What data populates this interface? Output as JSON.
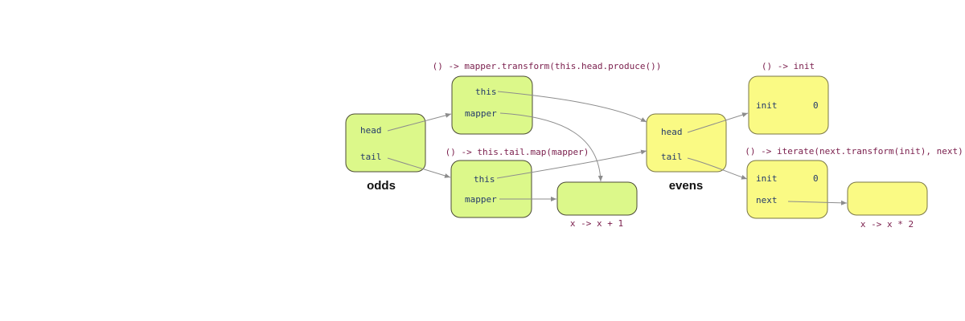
{
  "nodes": {
    "odds": {
      "label": "odds",
      "fields": [
        "head",
        "tail"
      ]
    },
    "odds_head_thunk": {
      "lambda": "() -> mapper.transform(this.head.produce())",
      "fields": [
        "this",
        "mapper"
      ]
    },
    "odds_tail_thunk": {
      "lambda": "() -> this.tail.map(mapper)",
      "fields": [
        "this",
        "mapper"
      ]
    },
    "plus_one": {
      "lambda": "x -> x + 1"
    },
    "evens": {
      "label": "evens",
      "fields": [
        "head",
        "tail"
      ]
    },
    "evens_head_thunk": {
      "lambda": "() -> init",
      "fields": [
        {
          "name": "init",
          "value": "0"
        }
      ]
    },
    "evens_tail_thunk": {
      "lambda": "() -> iterate(next.transform(init), next)",
      "fields": [
        {
          "name": "init",
          "value": "0"
        },
        {
          "name": "next"
        }
      ]
    },
    "times_two": {
      "lambda": "x -> x * 2"
    }
  },
  "colors": {
    "green_box": "#dcf88a",
    "yellow_box": "#fafa84",
    "code_text": "#243a6b",
    "lambda_text": "#7a1e4c",
    "arrow": "#8c8c8c"
  },
  "edges": [
    {
      "from": "odds.head",
      "to": "odds_head_thunk"
    },
    {
      "from": "odds.tail",
      "to": "odds_tail_thunk"
    },
    {
      "from": "odds_head_thunk.this",
      "to": "evens"
    },
    {
      "from": "odds_head_thunk.mapper",
      "to": "plus_one"
    },
    {
      "from": "odds_tail_thunk.this",
      "to": "evens"
    },
    {
      "from": "odds_tail_thunk.mapper",
      "to": "plus_one"
    },
    {
      "from": "evens.head",
      "to": "evens_head_thunk"
    },
    {
      "from": "evens.tail",
      "to": "evens_tail_thunk"
    },
    {
      "from": "evens_tail_thunk.next",
      "to": "times_two"
    }
  ]
}
